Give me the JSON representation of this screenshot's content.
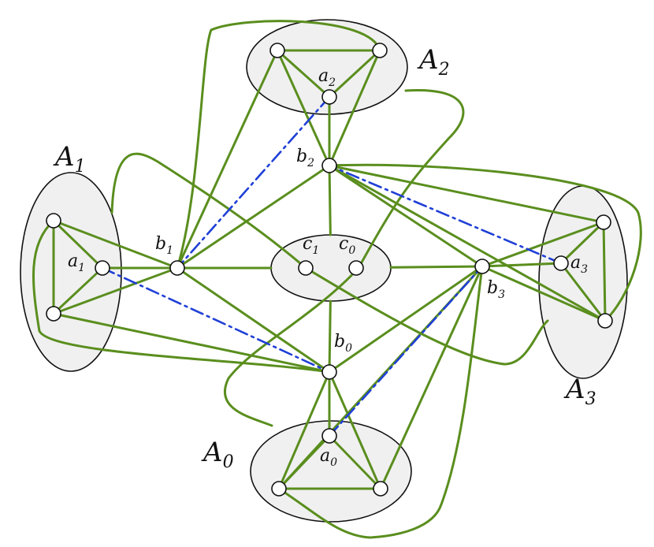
{
  "colors": {
    "edge": "#5a8e1e",
    "dashed": "#1f3fd6",
    "blob_fill": "#f0f0f0",
    "outline": "#111111"
  },
  "groups": [
    {
      "id": "A0",
      "letter": "A",
      "sub": "0"
    },
    {
      "id": "A1",
      "letter": "A",
      "sub": "1"
    },
    {
      "id": "A2",
      "letter": "A",
      "sub": "2"
    },
    {
      "id": "A3",
      "letter": "A",
      "sub": "3"
    }
  ],
  "vertices": [
    {
      "id": "a0",
      "letter": "a",
      "sub": "0"
    },
    {
      "id": "a1",
      "letter": "a",
      "sub": "1"
    },
    {
      "id": "a2",
      "letter": "a",
      "sub": "2"
    },
    {
      "id": "a3",
      "letter": "a",
      "sub": "3"
    },
    {
      "id": "b0",
      "letter": "b",
      "sub": "0"
    },
    {
      "id": "b1",
      "letter": "b",
      "sub": "1"
    },
    {
      "id": "b2",
      "letter": "b",
      "sub": "2"
    },
    {
      "id": "b3",
      "letter": "b",
      "sub": "3"
    },
    {
      "id": "c0",
      "letter": "c",
      "sub": "0"
    },
    {
      "id": "c1",
      "letter": "c",
      "sub": "1"
    },
    {
      "id": "a0_left",
      "letter": "",
      "sub": ""
    },
    {
      "id": "a0_right",
      "letter": "",
      "sub": ""
    },
    {
      "id": "a1_top",
      "letter": "",
      "sub": ""
    },
    {
      "id": "a1_bottom",
      "letter": "",
      "sub": ""
    },
    {
      "id": "a2_left",
      "letter": "",
      "sub": ""
    },
    {
      "id": "a2_right",
      "letter": "",
      "sub": ""
    },
    {
      "id": "a3_top",
      "letter": "",
      "sub": ""
    },
    {
      "id": "a3_bottom",
      "letter": "",
      "sub": ""
    }
  ],
  "edges": [
    [
      "a2_left",
      "a2_right"
    ],
    [
      "a2_left",
      "a2"
    ],
    [
      "a2_right",
      "a2"
    ],
    [
      "a2_left",
      "b2"
    ],
    [
      "a2_right",
      "b2"
    ],
    [
      "a2",
      "b2"
    ],
    [
      "a1_top",
      "a1_bottom"
    ],
    [
      "a1_top",
      "a1"
    ],
    [
      "a1_bottom",
      "a1"
    ],
    [
      "a1_top",
      "b1"
    ],
    [
      "a1_bottom",
      "b1"
    ],
    [
      "a1",
      "b1"
    ],
    [
      "a3_top",
      "a3_bottom"
    ],
    [
      "a3_top",
      "a3"
    ],
    [
      "a3_bottom",
      "a3"
    ],
    [
      "a3_top",
      "b3"
    ],
    [
      "a3_bottom",
      "b3"
    ],
    [
      "a3",
      "b3"
    ],
    [
      "a0_left",
      "a0_right"
    ],
    [
      "a0_left",
      "a0"
    ],
    [
      "a0_right",
      "a0"
    ],
    [
      "a0_left",
      "b0"
    ],
    [
      "a0_right",
      "b0"
    ],
    [
      "a0",
      "b0"
    ],
    [
      "b1",
      "b2"
    ],
    [
      "b2",
      "b3"
    ],
    [
      "b3",
      "b0"
    ],
    [
      "b0",
      "b1"
    ],
    [
      "b1",
      "a2_left"
    ],
    [
      "b2",
      "a3_top"
    ],
    [
      "b2",
      "a3_bottom"
    ],
    [
      "b3",
      "a0_left"
    ],
    [
      "b3",
      "a0_right"
    ],
    [
      "b0",
      "a1_bottom"
    ],
    [
      "b2",
      "c_blob"
    ],
    [
      "b1",
      "c_blob"
    ],
    [
      "b3",
      "c_blob"
    ],
    [
      "b0",
      "c_blob"
    ]
  ],
  "dashed_edges": [
    [
      "a2",
      "b1"
    ],
    [
      "a1",
      "b0"
    ],
    [
      "a3",
      "b2"
    ],
    [
      "a0",
      "b3"
    ]
  ]
}
